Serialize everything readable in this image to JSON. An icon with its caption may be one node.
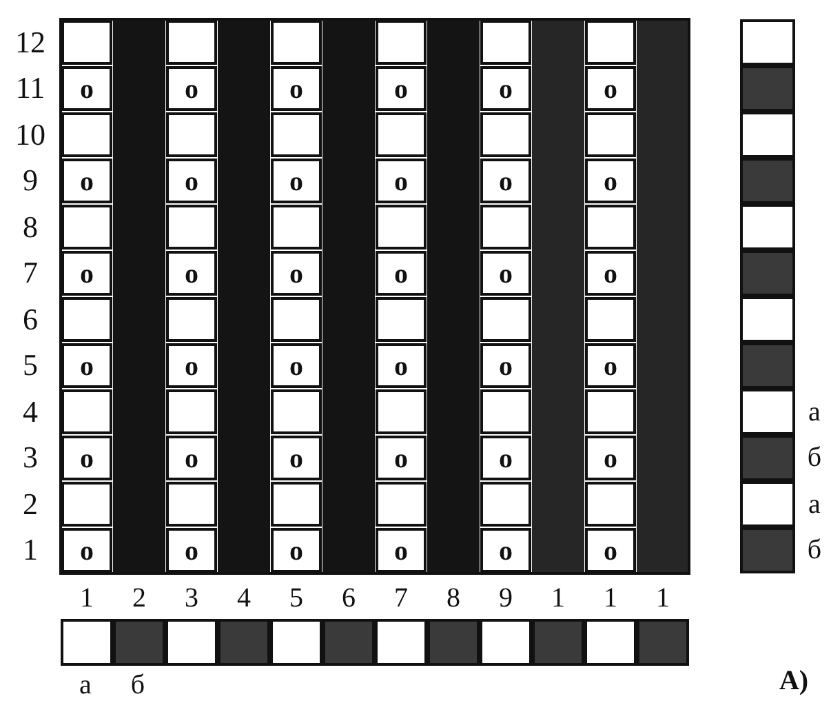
{
  "diagram": {
    "labels": [
      "12",
      "11",
      "o",
      "o",
      "o",
      "o",
      "o",
      "o",
      "10",
      "9",
      "o",
      "o",
      "o",
      "o",
      "o",
      "o",
      "8",
      "7",
      "o",
      "o",
      "o",
      "o",
      "o",
      "o",
      "6",
      "5",
      "o",
      "o",
      "o",
      "o",
      "o",
      "o",
      "4",
      "а",
      "3",
      "o",
      "o",
      "o",
      "o",
      "o",
      "o",
      "б",
      "2",
      "а",
      "1",
      "o",
      "o",
      "o",
      "o",
      "o",
      "o",
      "б",
      "1",
      "2",
      "3",
      "4",
      "5",
      "6",
      "7",
      "8",
      "9",
      "1",
      "1",
      "1",
      "а",
      "б",
      "А)"
    ]
  }
}
